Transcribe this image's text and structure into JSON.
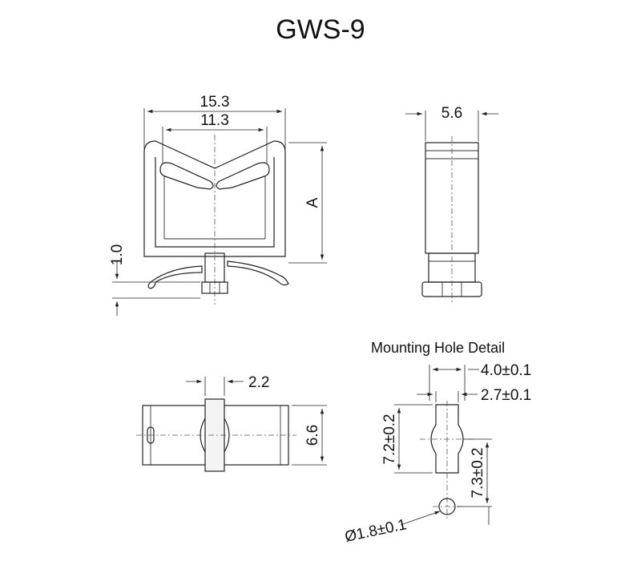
{
  "title": "GWS-9",
  "front_view": {
    "dim_outer_width": "15.3",
    "dim_inner_width": "11.3",
    "dim_height": "A",
    "dim_base": "1.0"
  },
  "side_view": {
    "dim_width": "5.6"
  },
  "bottom_view": {
    "dim_tab": "2.2",
    "dim_depth": "6.6"
  },
  "mounting_hole": {
    "title": "Mounting Hole Detail",
    "dim_total_width": "4.0±0.1",
    "dim_slot_width": "2.7±0.1",
    "dim_slot_length": "7.2±0.2",
    "dim_spacing": "7.3±0.2",
    "dim_hole_diameter": "Ø1.8±0.1"
  }
}
